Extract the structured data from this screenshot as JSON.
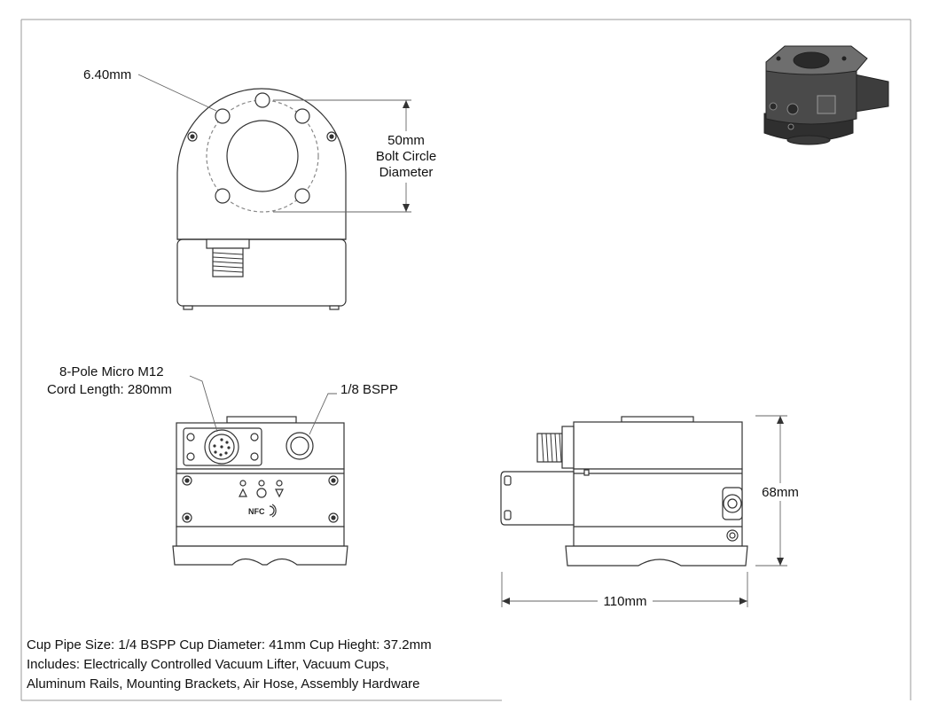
{
  "labels": {
    "hole_dia": "6.40mm",
    "bolt_circle_1": "50mm",
    "bolt_circle_2": "Bolt Circle",
    "bolt_circle_3": "Diameter",
    "connector_1": "8-Pole Micro M12",
    "connector_2": "Cord Length: 280mm",
    "port": "1/8 BSPP",
    "height": "68mm",
    "width": "110mm",
    "nfc": "NFC"
  },
  "notes": [
    "Cup Pipe Size: 1/4 BSPP  Cup Diameter: 41mm  Cup Hieght: 37.2mm",
    "Includes: Electrically Controlled Vacuum Lifter, Vacuum Cups,",
    "Aluminum Rails, Mounting Brackets, Air Hose, Assembly Hardware"
  ],
  "colors": {
    "line": "#333333",
    "thin": "#777777",
    "fill": "#ffffff",
    "iso_body": "#4a4a4a",
    "iso_top": "#6e6e6e"
  }
}
